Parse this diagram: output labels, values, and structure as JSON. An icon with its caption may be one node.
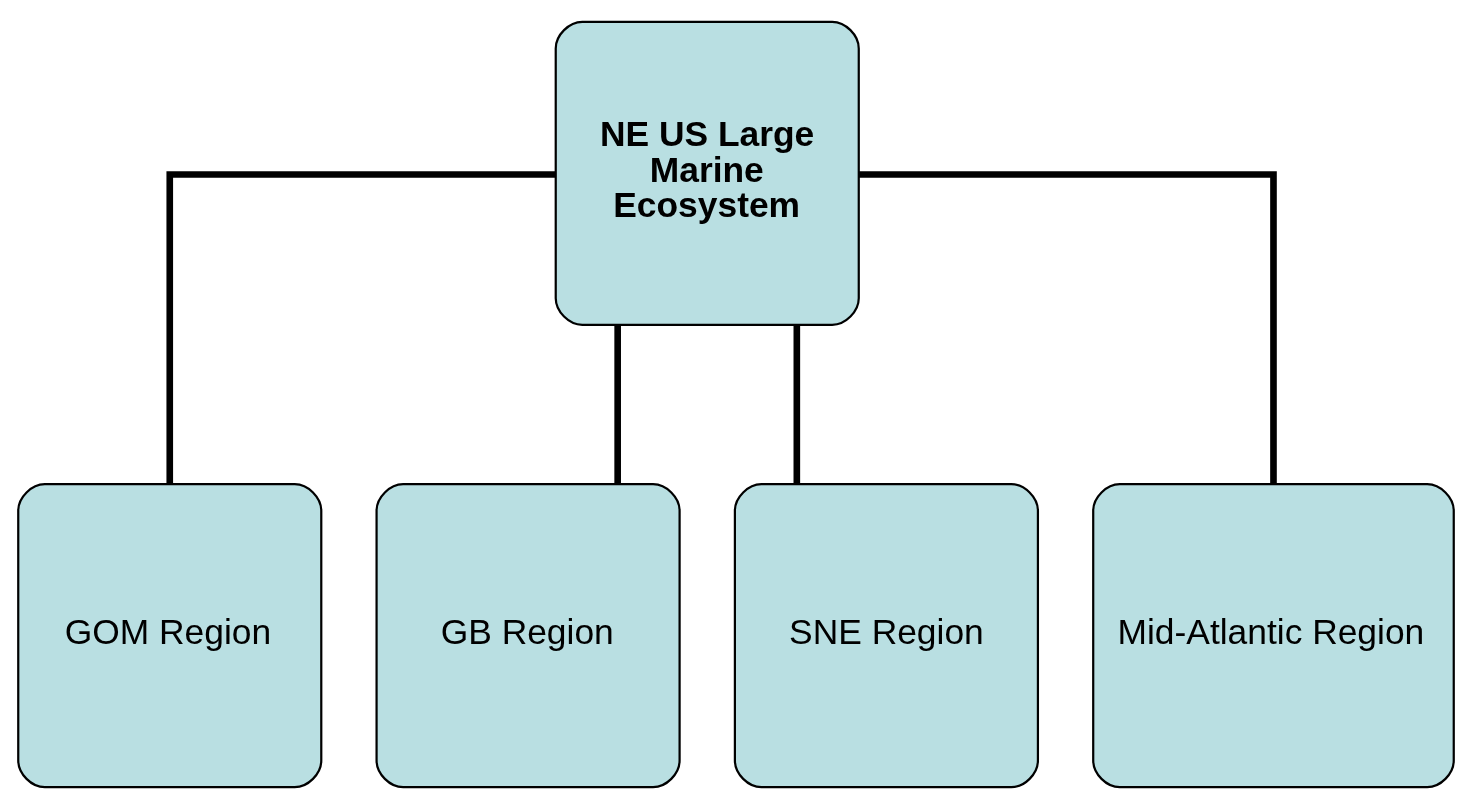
{
  "diagram": {
    "nodes": [
      {
        "text": [
          "NE US Large Marine Ecosystem"
        ]
      },
      {
        "text": [
          "GOM Region"
        ]
      },
      {
        "text": [
          "GB Region"
        ]
      },
      {
        "text": [
          "SNE Region"
        ]
      },
      {
        "text": [
          "Mid-Atlantic Region"
        ]
      }
    ],
    "edges": [
      {
        "from": 0,
        "to": 1,
        "arrow": "none"
      },
      {
        "from": 0,
        "to": 2,
        "arrow": "none"
      },
      {
        "from": 0,
        "to": 3,
        "arrow": "none"
      },
      {
        "from": 0,
        "to": 4,
        "arrow": "none"
      }
    ]
  }
}
